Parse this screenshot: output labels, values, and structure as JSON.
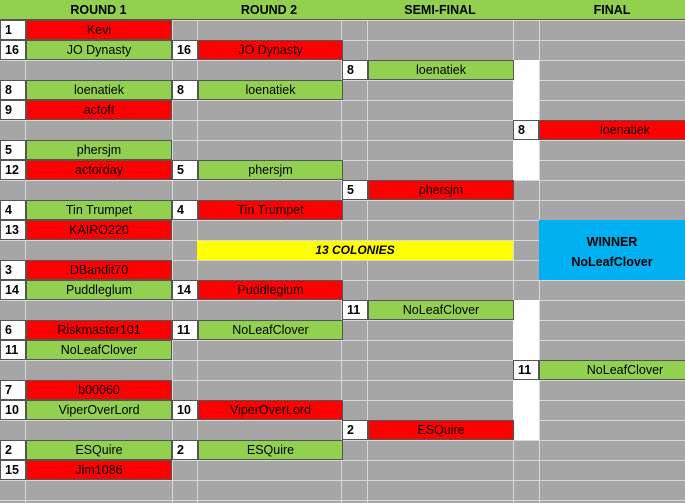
{
  "headers": {
    "round1": "ROUND 1",
    "round2": "ROUND 2",
    "semifinal": "SEMI-FINAL",
    "final": "FINAL"
  },
  "round1": [
    {
      "seed": "1",
      "name": "Kevi",
      "result": "loss"
    },
    {
      "seed": "16",
      "name": "JO Dynasty",
      "result": "win"
    },
    {
      "seed": "8",
      "name": "loenatiek",
      "result": "win"
    },
    {
      "seed": "9",
      "name": "actoft",
      "result": "loss"
    },
    {
      "seed": "5",
      "name": "phersjm",
      "result": "win"
    },
    {
      "seed": "12",
      "name": "actorday",
      "result": "loss"
    },
    {
      "seed": "4",
      "name": "Tin Trumpet",
      "result": "win"
    },
    {
      "seed": "13",
      "name": "KAIRO220",
      "result": "loss"
    },
    {
      "seed": "3",
      "name": "DBandit70",
      "result": "loss"
    },
    {
      "seed": "14",
      "name": "Puddleglum",
      "result": "win"
    },
    {
      "seed": "6",
      "name": "Riskmaster101",
      "result": "loss"
    },
    {
      "seed": "11",
      "name": "NoLeafClover",
      "result": "win"
    },
    {
      "seed": "7",
      "name": "b00060",
      "result": "loss"
    },
    {
      "seed": "10",
      "name": "ViperOverLord",
      "result": "win"
    },
    {
      "seed": "2",
      "name": "ESQuire",
      "result": "win"
    },
    {
      "seed": "15",
      "name": "Jim1086",
      "result": "loss"
    }
  ],
  "round2": [
    {
      "seed": "16",
      "name": "JO Dynasty",
      "result": "loss"
    },
    {
      "seed": "8",
      "name": "loenatiek",
      "result": "win"
    },
    {
      "seed": "5",
      "name": "phersjm",
      "result": "win"
    },
    {
      "seed": "4",
      "name": "Tin Trumpet",
      "result": "loss"
    },
    {
      "seed": "14",
      "name": "Puddleglum",
      "result": "loss"
    },
    {
      "seed": "11",
      "name": "NoLeafClover",
      "result": "win"
    },
    {
      "seed": "10",
      "name": "ViperOverLord",
      "result": "loss"
    },
    {
      "seed": "2",
      "name": "ESQuire",
      "result": "win"
    }
  ],
  "semifinal": [
    {
      "seed": "8",
      "name": "loenatiek",
      "result": "win"
    },
    {
      "seed": "5",
      "name": "phersjm",
      "result": "loss"
    },
    {
      "seed": "11",
      "name": "NoLeafClover",
      "result": "win"
    },
    {
      "seed": "2",
      "name": "ESQuire",
      "result": "loss"
    }
  ],
  "final": [
    {
      "seed": "8",
      "name": "loenatiek",
      "result": "loss"
    },
    {
      "seed": "11",
      "name": "NoLeafClover",
      "result": "win"
    }
  ],
  "banner": "13 COLONIES",
  "winner": {
    "label": "WINNER",
    "name": "NoLeafClover"
  },
  "colors": {
    "win": "#92d050",
    "loss": "#ff0000",
    "winner_box": "#00b0f0",
    "banner": "#ffff00"
  }
}
